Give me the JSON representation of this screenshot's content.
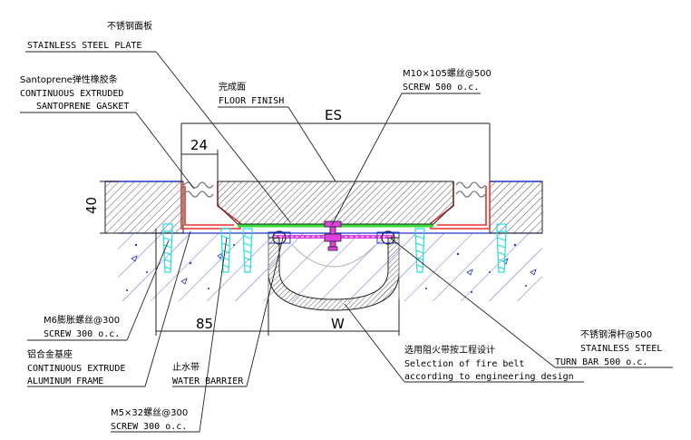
{
  "labels": {
    "stainless_plate": {
      "cn": "不锈钢面板",
      "en": "STAINLESS STEEL PLATE"
    },
    "gasket": {
      "cn": "Santoprene弹性橡胶条",
      "en1": "CONTINUOUS EXTRUDED",
      "en2": "SANTOPRENE GASKET"
    },
    "floor_finish": {
      "cn": "完成面",
      "en": "FLOOR FINISH"
    },
    "screw_top": {
      "cn": "M10×105螺丝@500",
      "en": "SCREW 500 o.c."
    },
    "anchor": {
      "cn": "M6膨胀螺丝@300",
      "en": "SCREW 300 o.c."
    },
    "frame": {
      "cn": "铝合金基座",
      "en1": "CONTINUOUS EXTRUDE",
      "en2": "ALUMINUM FRAME"
    },
    "water_barrier": {
      "cn": "止水带",
      "en": "WATER BARRIER"
    },
    "screw_bottom": {
      "cn": "M5×32螺丝@300",
      "en": "SCREW 300 o.c."
    },
    "fire_belt": {
      "cn": "选用阻火带按工程设计",
      "en1": "Selection of fire belt",
      "en2": "according to engineering design"
    },
    "turn_bar": {
      "cn": "不锈钢滑杆@500",
      "en1": "STAINLESS STEEL",
      "en2": "TURN BAR 500 o.c."
    }
  },
  "dimensions": {
    "es": "ES",
    "gap_top": "24",
    "height": "40",
    "base": "85",
    "width": "W"
  },
  "colors": {
    "frame_red": "#e8312a",
    "plate_green": "#33dd33",
    "bar_magenta": "#e040e0",
    "anchor_cyan": "#22dddd",
    "hatch_blue": "#2233cc",
    "line_dark": "#222222"
  }
}
